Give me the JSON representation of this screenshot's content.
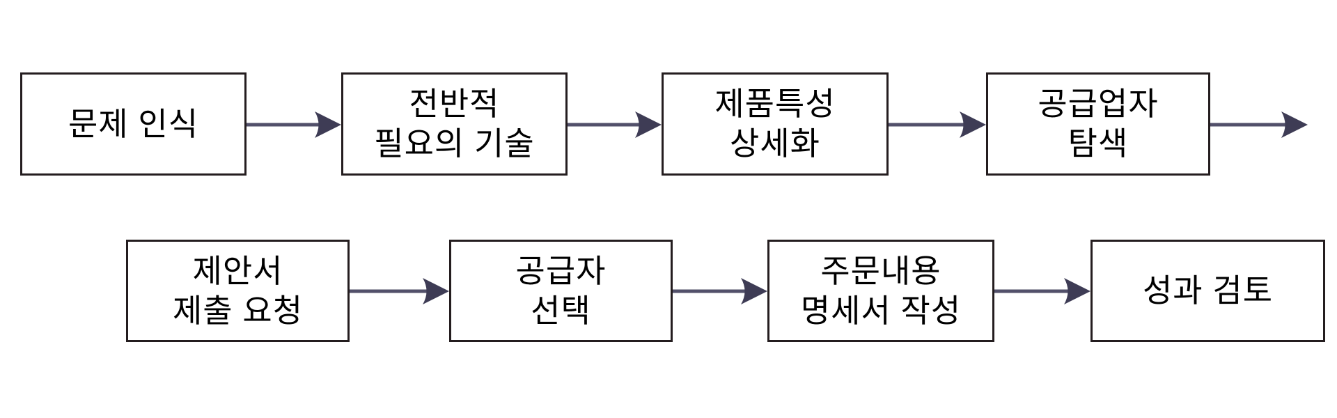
{
  "colors": {
    "page_bg": "#ffffff",
    "box_fill": "#ffffff",
    "box_border": "#241d1f",
    "arrow_shaft": "#52506a",
    "arrow_head": "#3e3c55",
    "text": "#000000"
  },
  "flow": {
    "type": "process-flowchart",
    "language": "ko",
    "rows": [
      {
        "steps": [
          {
            "label": "문제 인식"
          },
          {
            "label": "전반적\n필요의 기술"
          },
          {
            "label": "제품특성\n상세화"
          },
          {
            "label": "공급업자\n탐색"
          }
        ],
        "trailing_arrow": true
      },
      {
        "steps": [
          {
            "label": "제안서\n제출 요청"
          },
          {
            "label": "공급자\n선택"
          },
          {
            "label": "주문내용\n명세서 작성"
          },
          {
            "label": "성과 검토"
          }
        ],
        "trailing_arrow": false
      }
    ]
  }
}
